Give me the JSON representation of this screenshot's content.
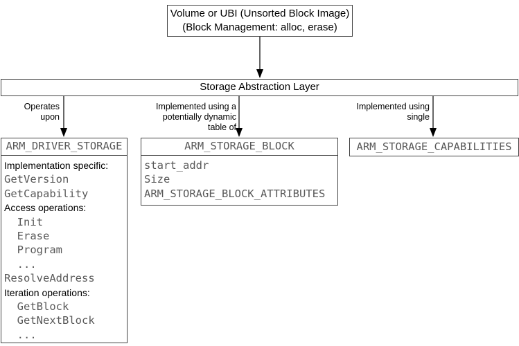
{
  "top_box": {
    "line1": "Volume or UBI (Unsorted Block Image)",
    "line2": "(Block Management: alloc, erase)"
  },
  "sal_box": {
    "title": "Storage Abstraction Layer"
  },
  "edge_labels": {
    "left": [
      "Operates",
      "upon"
    ],
    "middle": [
      "Implemented using a",
      "potentially dynamic",
      "table of"
    ],
    "right": [
      "Implemented using",
      "single"
    ]
  },
  "driver_box": {
    "title": "ARM_DRIVER_STORAGE",
    "lines": [
      "Implementation specific:",
      "GetVersion",
      "GetCapability",
      "Access operations:",
      "  Init",
      "  Erase",
      "  Program",
      "  ...",
      "ResolveAddress",
      "Iteration operations:",
      "  GetBlock",
      "  GetNextBlock",
      "  ..."
    ]
  },
  "block_box": {
    "title": "ARM_STORAGE_BLOCK",
    "lines": [
      "start_addr",
      "Size",
      "ARM_STORAGE_BLOCK_ATTRIBUTES"
    ]
  },
  "capabilities_box": {
    "title": "ARM_STORAGE_CAPABILITIES"
  },
  "colors": {
    "border": "#404040",
    "code_text": "#595959",
    "label_text": "#000000",
    "arrow": "#000000",
    "background": "#ffffff"
  }
}
